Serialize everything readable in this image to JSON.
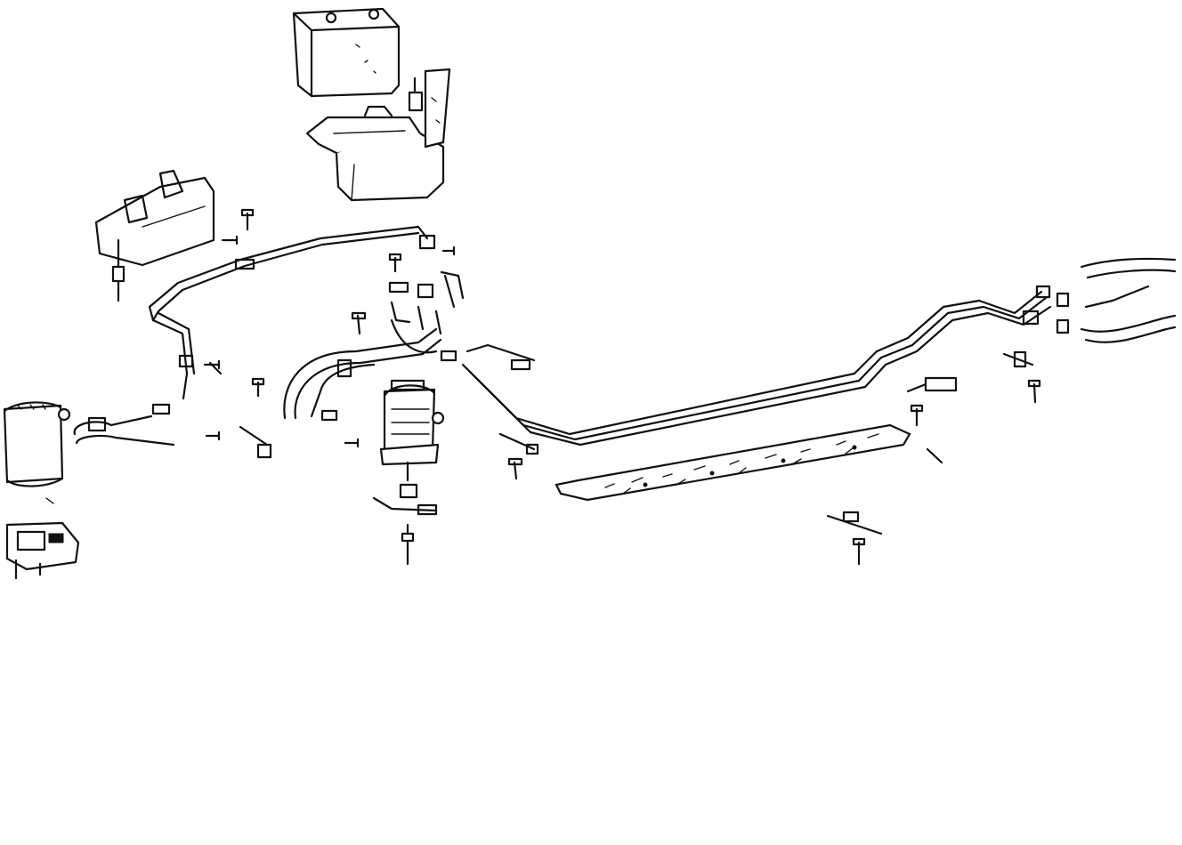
{
  "diagram": {
    "parts": [
      {
        "name": "battery"
      },
      {
        "name": "battery-tray"
      },
      {
        "name": "filler-neck"
      },
      {
        "name": "charcoal-canister"
      },
      {
        "name": "fuel-filter-cylinder"
      },
      {
        "name": "fuel-pump-assembly"
      },
      {
        "name": "in-line-fuel-filter"
      },
      {
        "name": "fuel-lines"
      },
      {
        "name": "heat-shield"
      },
      {
        "name": "hoses"
      },
      {
        "name": "bolts-and-clips"
      }
    ],
    "colors": {
      "ink": "#111111",
      "paper": "#ffffff"
    }
  }
}
